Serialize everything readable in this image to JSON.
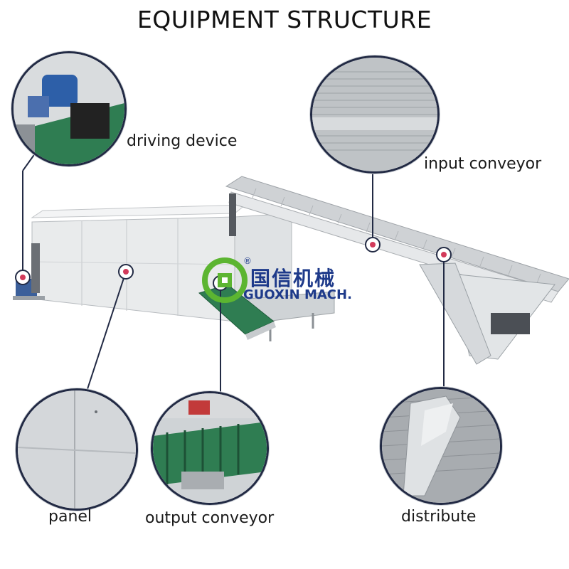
{
  "title": "EQUIPMENT STRUCTURE",
  "labels": {
    "driving_device": "driving device",
    "input_conveyor": "input conveyor",
    "panel": "panel",
    "output_conveyor": "output conveyor",
    "distribute": "distribute"
  },
  "logo": {
    "chinese": "国信机械",
    "english": "GUOXIN MACH.",
    "registered": "®"
  },
  "colors": {
    "callout_ring": "#222a44",
    "marker": "#d23a5a",
    "logo_green": "#5cb531",
    "logo_blue": "#1e3a8a",
    "belt_green": "#2f7d52"
  }
}
